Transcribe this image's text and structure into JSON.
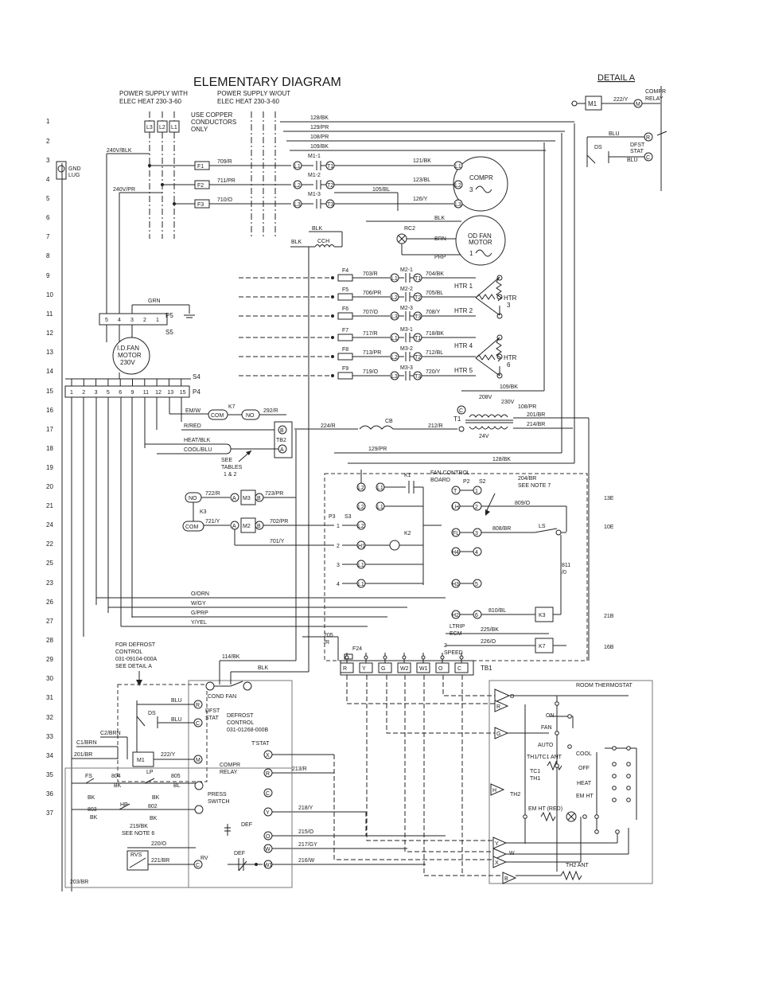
{
  "title": "ELEMENTARY DIAGRAM",
  "detail_a": {
    "title": "DETAIL A",
    "m1": "M1",
    "wire_222": "222/Y",
    "m": "M",
    "compr_relay": [
      "COMPR",
      "RELAY"
    ],
    "blu": "BLU",
    "ds": "DS",
    "r": "R",
    "c": "C",
    "dfst_stat": [
      "DFST",
      "STAT"
    ],
    "blu2": "BLU"
  },
  "power_supply": {
    "with_heat": [
      "POWER SUPPLY WITH",
      "ELEC HEAT 230-3-60"
    ],
    "without_heat": [
      "POWER SUPPLY W/OUT",
      "ELEC HEAT 230-3-60"
    ],
    "copper_note": [
      "USE COPPER",
      "CONDUCTORS",
      "ONLY"
    ],
    "lines": [
      "L3",
      "L2",
      "L1"
    ]
  },
  "row_numbers": [
    "1",
    "2",
    "3",
    "4",
    "5",
    "6",
    "7",
    "8",
    "9",
    "10",
    "11",
    "12",
    "13",
    "14",
    "15",
    "16",
    "17",
    "18",
    "19",
    "20",
    "21",
    "24",
    "22",
    "25",
    "23",
    "26",
    "27",
    "28",
    "29",
    "30",
    "31",
    "32",
    "33",
    "34",
    "35",
    "36",
    "37"
  ],
  "left_labels": {
    "gnd_lug": [
      "GND",
      "LUG"
    ],
    "w240_blk": "240V/BLK",
    "w240_pr": "240V/PR",
    "grn": "GRN",
    "p5": "P5",
    "s5": "S5",
    "p5_pins": [
      "5",
      "4",
      "3",
      "2",
      "1"
    ],
    "id_fan": [
      "I.D.FAN",
      "MOTOR",
      "230V"
    ],
    "s4": "S4",
    "p4": "P4",
    "p4_pins": [
      "1",
      "2",
      "3",
      "5",
      "6",
      "9",
      "11",
      "12",
      "13",
      "15"
    ]
  },
  "fuses": [
    "F1",
    "F2",
    "F3"
  ],
  "fuse_wires": [
    "709/R",
    "711/PR",
    "710/O"
  ],
  "contactor": {
    "m1_1": "M1-1",
    "m1_2": "M1-2",
    "m1_3": "M1-3",
    "l_labels": [
      "L1",
      "L2",
      "L3"
    ],
    "t_labels": [
      "T1",
      "T2",
      "T3"
    ],
    "blk": "BLK",
    "blk2": "BLK",
    "cch": "CCH",
    "wire_105": "105/BL"
  },
  "compressor": {
    "wires": [
      "121/BK",
      "123/BL",
      "126/Y"
    ],
    "terminals": [
      "L1",
      "L2",
      "L3"
    ],
    "label": "COMPR",
    "phase": "3"
  },
  "top_wires": [
    "128/BK",
    "129/PR",
    "108/PR",
    "109/BK"
  ],
  "od_fan": {
    "blk": "BLK",
    "rc2": "RC2",
    "brn": "BRN",
    "prp": "PRP",
    "label": [
      "OD FAN",
      "MOTOR"
    ],
    "phase": "1"
  },
  "heaters": {
    "fuses": [
      "F4",
      "F5",
      "F6",
      "F7",
      "F8",
      "F9"
    ],
    "wires_in": [
      "703/R",
      "706/PR",
      "707/O",
      "717/R",
      "713/PR",
      "719/O"
    ],
    "contacts": [
      "M2-1",
      "M2-2",
      "M2-3",
      "M3-1",
      "M3-2",
      "M3-3"
    ],
    "l_labels": [
      "L1",
      "L2",
      "L3",
      "L1",
      "L2",
      "L3"
    ],
    "t_labels": [
      "T1",
      "T2",
      "T3",
      "T1",
      "T2",
      "T3"
    ],
    "wires_out": [
      "704/BK",
      "705/BL",
      "708/Y",
      "718/BK",
      "712/BL",
      "720/Y"
    ],
    "htr_labels": [
      "HTR 1",
      "HTR 2",
      "HTR 4",
      "HTR 5"
    ],
    "htr_groups": [
      [
        "HTR",
        "3"
      ],
      [
        "HTR",
        "6"
      ]
    ]
  },
  "transformer": {
    "wire_109": "109/BK",
    "v208": "208V",
    "v230": "230V",
    "wire_108": "108/PR",
    "c": "C",
    "wire_201": "201/BR",
    "wire_214": "214/BR",
    "t1": "T1",
    "v24": "24V",
    "wire_224": "224/R",
    "cb": "CB",
    "wire_212": "212/R",
    "wire_129": "129/PR",
    "wire_128": "128/BK"
  },
  "relays_left": {
    "em_w": "EM/W",
    "com": "COM",
    "k7": "K7",
    "no": "NO",
    "wire_292": "292/R",
    "r_red": "R/RED",
    "b": "B",
    "tb2": "TB2",
    "heat_blk": "HEAT/BLK",
    "cool_blu": "COOL/BLU",
    "a": "A",
    "see_tables": [
      "SEE",
      "TABLES",
      "1 & 2"
    ],
    "no2": "NO",
    "wire_722": "722/R",
    "a2": "A",
    "m3": "M3",
    "b2": "B",
    "wire_723": "723/PR",
    "k3": "K3",
    "com2": "COM",
    "wire_721": "721/Y",
    "a3": "A",
    "m2": "M2",
    "b3": "B",
    "wire_702": "702/PR",
    "wire_701": "701/Y"
  },
  "fan_board": {
    "k1": "K1",
    "title": [
      "FAN CONTROL",
      "BOARD"
    ],
    "p2": "P2",
    "s2": "S2",
    "wire_204": "204/BR",
    "see_note7": "SEE NOTE 7",
    "l2a": "L2",
    "l1a": "L1",
    "l2b": "L2",
    "l1b": "L1",
    "p3": "P3",
    "s3": "S3",
    "p3_pins": [
      "1",
      "2",
      "3",
      "4"
    ],
    "k2": "K2",
    "h1": "H1",
    "l1c": "L1",
    "l1d": "L1",
    "l2c": "L2",
    "t": "T",
    "lh": "LH",
    "fl": "FL",
    "h4": "H4",
    "h3": "H3",
    "h2": "H2",
    "right_pins": [
      "1",
      "2",
      "3",
      "4",
      "5",
      "6"
    ],
    "wire_809": "809/O",
    "wire_808": "808/BR",
    "ls": "LS",
    "wire_811": [
      "811",
      "/0"
    ],
    "wire_810": "810/BL",
    "k3": "K3",
    "ltrip": [
      "LTRIP",
      "ECM"
    ],
    "wire_225": "225/BK",
    "two_speed": [
      "2",
      "SPEED"
    ],
    "wire_226": "226/O",
    "k7": "K7",
    "side": [
      "13E",
      "10E",
      "21B",
      "16B"
    ]
  },
  "thermo_leads": [
    "O/ORN",
    "W/GY",
    "G/PRP",
    "Y/YEL"
  ],
  "tb1": {
    "label": "TB1",
    "wire_205": [
      "205",
      "/R"
    ],
    "f24": "F24",
    "terminals": [
      "R",
      "Y",
      "G",
      "W2",
      "W1",
      "O",
      "C"
    ]
  },
  "defrost": {
    "note": [
      "FOR DEFROST",
      "CONTROL",
      "031-09104-000A",
      "SEE DETAIL A"
    ],
    "wire_114": "114/BK",
    "blk": "BLK",
    "cond_fan": "COND FAN",
    "ds": "DS",
    "blu1": "BLU",
    "blu2": "BLU",
    "r": "R",
    "c": "C",
    "dfst_stat": [
      "DFST",
      "STAT"
    ],
    "control": [
      "DEFROST",
      "CONTROL",
      "031-01268-000B"
    ],
    "c2_brn": "C2/BRN",
    "c1_brn": "C1/BRN",
    "wire_201": "201/BR",
    "m1": "M1",
    "wire_222": "222/Y",
    "m": "M",
    "compr_relay": [
      "COMPR",
      "RELAY"
    ],
    "tstat": "T'STAT",
    "x": "X",
    "r2": "R",
    "wire_213": "213/R",
    "fs": "FS",
    "wire_804": "804",
    "lp": "LP",
    "wire_805": "805",
    "bk1": "BK",
    "bl": "BL",
    "bk2": "BK",
    "bk3": "BK",
    "press_switch": [
      "PRESS",
      "SWITCH"
    ],
    "c2": "C",
    "y": "Y",
    "wire_218": "218/Y",
    "wire_803": "803",
    "hp": "HP",
    "wire_802": "802",
    "wire_219": "219/BK",
    "see_note6": "SEE NOTE 6",
    "def1": "DEF",
    "o": "O",
    "wire_215": "215/O",
    "w": "W",
    "wire_217": "217/GY",
    "wire_220": "220/O",
    "rvs": "RVS",
    "wire_221": "221/BR",
    "c3": "C",
    "rv": "RV",
    "def2": "DEF",
    "w1": "W1",
    "wire_216": "216/W",
    "wire_203": "203/BR"
  },
  "thermostat": {
    "title": "ROOM THERMOSTAT",
    "o": "O",
    "r": "R",
    "g": "G",
    "on": "ON",
    "fan": "FAN",
    "auto": "AUTO",
    "th1_ant": "TH1/TC1 ANT",
    "cool": "COOL",
    "tc1": "TC1",
    "th1": "TH1",
    "off": "OFF",
    "heat": "HEAT",
    "h": "H",
    "th2": "TH2",
    "em_ht": "EM HT",
    "em_ht_red": "EM HT (RED)",
    "y": "Y",
    "w": "W",
    "x": "X",
    "th2_ant": "TH2 ANT",
    "b": "B"
  }
}
